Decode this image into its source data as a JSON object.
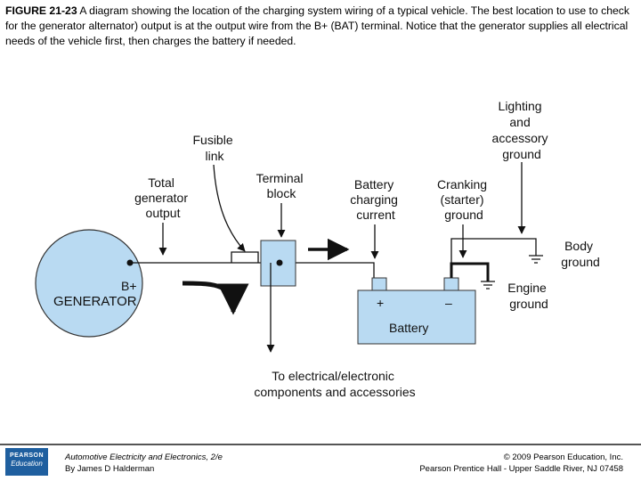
{
  "caption": {
    "figure_label": "FIGURE 21-23",
    "text": " A diagram showing the location of the charging system wiring of a typical vehicle. The best location to use to check for the generator alternator) output is at the output wire from the B+ (BAT) terminal. Notice that the generator supplies all electrical needs of the vehicle first, then charges the battery if needed."
  },
  "diagram": {
    "labels": {
      "fusible_link": [
        "Fusible",
        "link"
      ],
      "total_output": [
        "Total",
        "generator",
        "output"
      ],
      "terminal_block": [
        "Terminal",
        "block"
      ],
      "battery_charging": [
        "Battery",
        "charging",
        "current"
      ],
      "cranking_ground": [
        "Cranking",
        "(starter)",
        "ground"
      ],
      "lighting_ground": [
        "Lighting",
        "and",
        "accessory",
        "ground"
      ],
      "body_ground": [
        "Body",
        "ground"
      ],
      "engine_ground": [
        "Engine",
        "ground"
      ],
      "b_plus": "B+",
      "generator": "GENERATOR",
      "battery": "Battery",
      "battery_plus": "+",
      "battery_minus": "–",
      "to_components": [
        "To electrical/electronic",
        "components and accessories"
      ]
    }
  },
  "footer": {
    "logo_line1": "PEARSON",
    "logo_line2": "Education",
    "book_title": "Automotive Electricity and Electronics, 2/e",
    "author": "By James D Halderman",
    "copyright": "© 2009 Pearson Education, Inc.",
    "publisher": "Pearson Prentice Hall - Upper Saddle River, NJ 07458"
  },
  "colors": {
    "generator_fill": "#b9daf2",
    "battery_fill": "#b9daf2",
    "terminal_fill": "#b9daf2",
    "logo_bg": "#1f5f9f"
  }
}
